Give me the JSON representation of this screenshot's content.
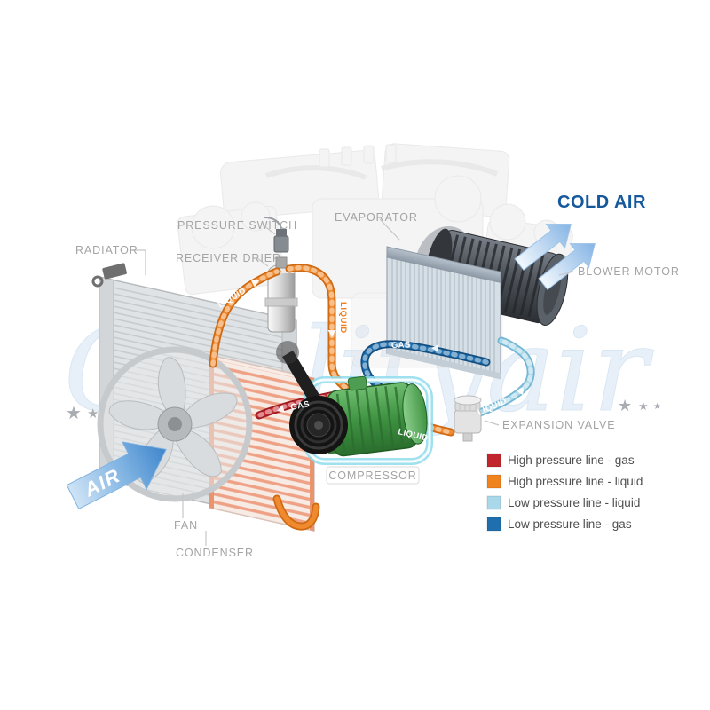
{
  "watermark": {
    "text": "Qualityair"
  },
  "icons": {
    "star": "★"
  },
  "labels": {
    "radiator": "RADIATOR",
    "pressure_switch": "PRESSURE SWITCH",
    "receiver_drier": "RECEIVER DRIER",
    "evaporator": "EVAPORATOR",
    "cold_air": "COLD AIR",
    "blower_motor": "BLOWER MOTOR",
    "expansion_valve": "EXPANSION VALVE",
    "compressor": "COMPRESSOR",
    "fan": "FAN",
    "condenser": "CONDENSER",
    "air": "AIR"
  },
  "pipe_labels": {
    "hp_liquid_upper": "LIQUID",
    "hp_liquid_vertical": "LIQUID",
    "hp_gas": "GAS",
    "lp_gas": "GAS",
    "lp_liquid": "LIQUID",
    "hp_liquid_lower": "LIQUID"
  },
  "legend": {
    "items": [
      {
        "label": "High pressure line - gas",
        "color": "#c0262c"
      },
      {
        "label": "High pressure line - liquid",
        "color": "#f0831e"
      },
      {
        "label": "Low pressure line - liquid",
        "color": "#a9d8ea"
      },
      {
        "label": "Low pressure line -  gas",
        "color": "#1f6fae"
      }
    ]
  },
  "colors": {
    "hp_gas_pipe": "#c62f35",
    "hp_liquid_pipe": "#f08a2e",
    "lp_liquid_pipe": "#a9d8ea",
    "lp_gas_pipe": "#1f6fae",
    "compressor_green": "#3c8f3e",
    "cold_air_text": "#16589c",
    "air_arrow": "#4a90d2"
  }
}
